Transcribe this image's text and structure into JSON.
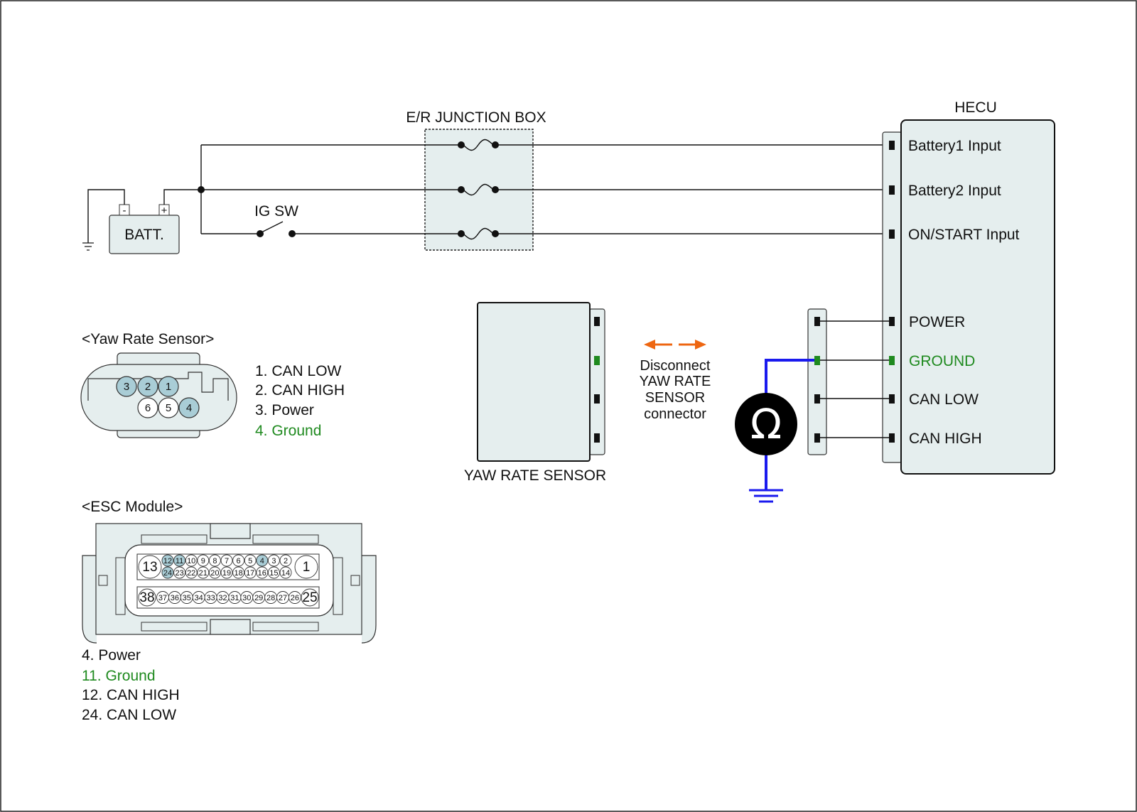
{
  "colors": {
    "panel_fill": "#e5eeee",
    "pin_highlight": "#a9cdd6",
    "ground_green": "#1f8a1f",
    "meter_wire_blue": "#1a1aee",
    "arrow_orange": "#ee6611",
    "wire_black": "#111111"
  },
  "junction_box": {
    "title": "E/R JUNCTION BOX"
  },
  "battery": {
    "label": "BATT.",
    "neg": "-",
    "pos": "+"
  },
  "ig_switch": {
    "label": "IG SW"
  },
  "hecu": {
    "title": "HECU",
    "inputs": [
      "Battery1 Input",
      "Battery2 Input",
      "ON/START Input"
    ],
    "pins": [
      {
        "label": "POWER",
        "highlight": false
      },
      {
        "label": "GROUND",
        "highlight": true
      },
      {
        "label": "CAN LOW",
        "highlight": false
      },
      {
        "label": "CAN HIGH",
        "highlight": false
      }
    ]
  },
  "yaw_sensor": {
    "label": "YAW RATE SENSOR"
  },
  "disconnect_note": [
    "Disconnect",
    "YAW RATE",
    "SENSOR",
    "connector"
  ],
  "ohmmeter": {
    "symbol": "Ω",
    "icon": "ohmmeter-icon"
  },
  "yaw_connector": {
    "title": "<Yaw Rate Sensor>",
    "top_row": [
      "3",
      "2",
      "1"
    ],
    "bottom_row": [
      "6",
      "5",
      "4"
    ],
    "legend": [
      {
        "text": "1. CAN LOW",
        "highlight": false
      },
      {
        "text": "2. CAN HIGH",
        "highlight": false
      },
      {
        "text": "3. Power",
        "highlight": false
      },
      {
        "text": "4. Ground",
        "highlight": true
      }
    ]
  },
  "esc_connector": {
    "title": "<ESC Module>",
    "big_pins": [
      "13",
      "1",
      "38",
      "25"
    ],
    "row1": [
      "12",
      "11",
      "10",
      "9",
      "8",
      "7",
      "6",
      "5",
      "4",
      "3",
      "2"
    ],
    "row2": [
      "24",
      "23",
      "22",
      "21",
      "20",
      "19",
      "18",
      "17",
      "16",
      "15",
      "14"
    ],
    "row3": [
      "37",
      "36",
      "35",
      "34",
      "33",
      "32",
      "31",
      "30",
      "29",
      "28",
      "27",
      "26"
    ],
    "highlighted_pins": [
      "12",
      "11",
      "4",
      "24"
    ],
    "legend": [
      {
        "text": "4. Power",
        "highlight": false
      },
      {
        "text": "11. Ground",
        "highlight": true
      },
      {
        "text": "12. CAN HIGH",
        "highlight": false
      },
      {
        "text": "24. CAN LOW",
        "highlight": false
      }
    ]
  }
}
